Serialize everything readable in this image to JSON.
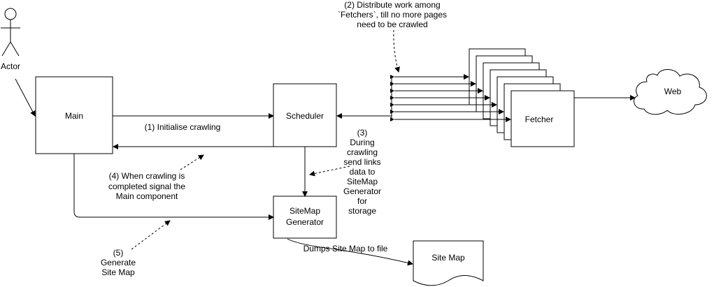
{
  "nodes": {
    "actor": {
      "label": "Actor"
    },
    "main": {
      "label": "Main"
    },
    "scheduler": {
      "label": "Scheduler"
    },
    "fetcher": {
      "label": "Fetcher"
    },
    "web": {
      "label": "Web"
    },
    "sitemap_generator": {
      "line1": "SiteMap",
      "line2": "Generator"
    },
    "site_map": {
      "label": "Site Map"
    }
  },
  "edge_labels": {
    "initialise": "(1) Initialise crawling",
    "distribute": [
      "(2) Distribute work among",
      "`Fetchers`, till no more pages",
      "need to be crawled"
    ],
    "send_links": [
      "(3)",
      "During",
      "crawling",
      "send links",
      "data to",
      "SiteMap",
      "Generator",
      "for",
      "storage"
    ],
    "completed": [
      "(4)  When crawling is",
      "completed signal the",
      "Main component"
    ],
    "generate": [
      "(5)",
      "Generate",
      "Site Map"
    ],
    "dumps": "Dumps Site Map to file"
  }
}
